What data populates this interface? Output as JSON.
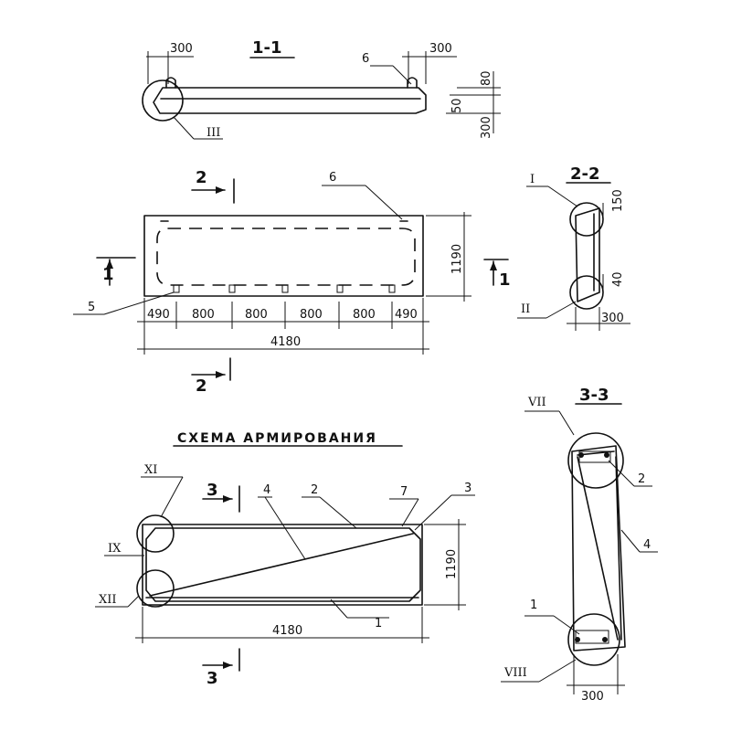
{
  "sections": {
    "s11": "1-1",
    "s22": "2-2",
    "s33": "3-3"
  },
  "section_marks": {
    "m1": "1",
    "m2": "2",
    "m3": "3"
  },
  "dims": {
    "d300": "300",
    "d80": "80",
    "d50": "50",
    "d40": "40",
    "d150": "150",
    "d490": "490",
    "d800": "800",
    "d1190": "1190",
    "d4180": "4180"
  },
  "positions": {
    "p1": "1",
    "p2": "2",
    "p3": "3",
    "p4": "4",
    "p5": "5",
    "p6": "6",
    "p7": "7"
  },
  "details": {
    "I": "I",
    "II": "II",
    "III": "III",
    "VII": "VII",
    "VIII": "VIII",
    "IX": "IX",
    "XI": "XI",
    "XII": "XII"
  },
  "reinforcement_title": "СХЕМА АРМИРОВАНИЯ"
}
